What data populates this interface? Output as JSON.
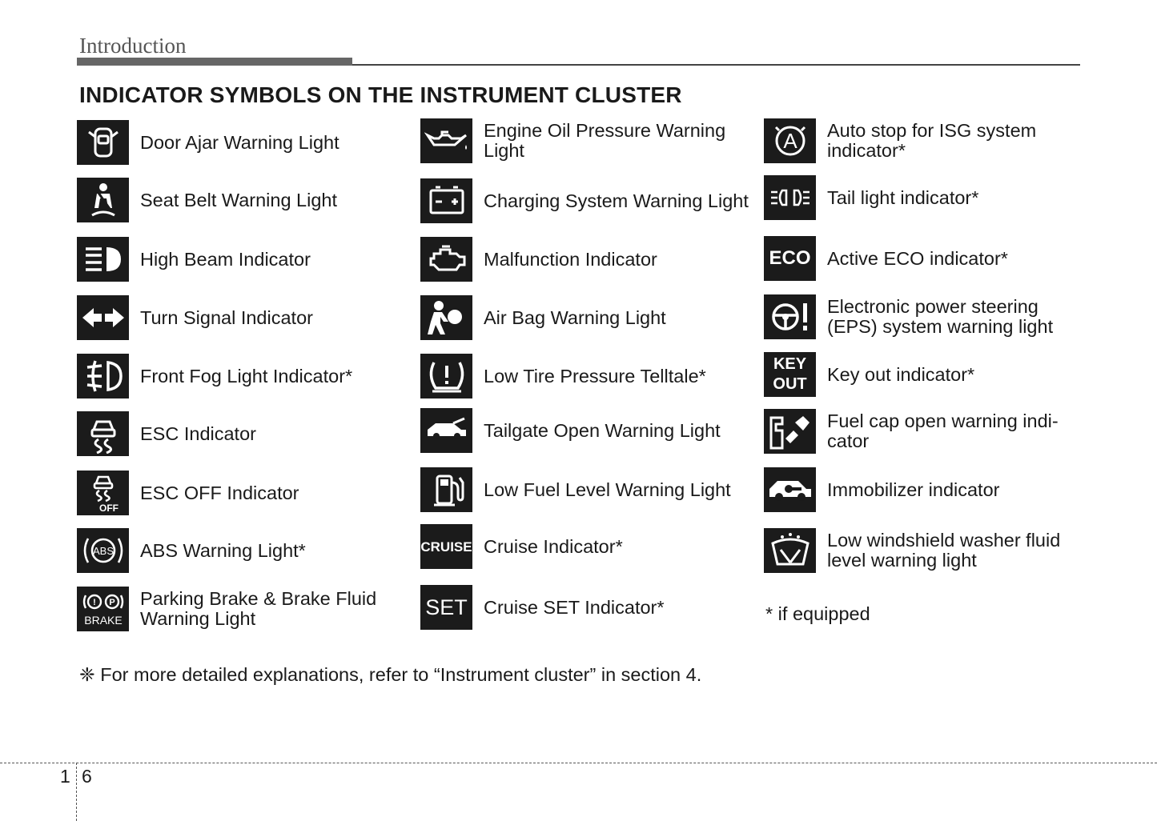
{
  "header": {
    "section": "Introduction",
    "title": "INDICATOR SYMBOLS ON THE INSTRUMENT CLUSTER"
  },
  "columns": [
    [
      {
        "icon": "door-ajar-icon",
        "label": "Door Ajar Warning Light"
      },
      {
        "icon": "seat-belt-icon",
        "label": "Seat Belt Warning Light"
      },
      {
        "icon": "high-beam-icon",
        "label": "High Beam Indicator"
      },
      {
        "icon": "turn-signal-icon",
        "label": "Turn Signal Indicator"
      },
      {
        "icon": "front-fog-icon",
        "label": "Front Fog Light Indicator*"
      },
      {
        "icon": "esc-icon",
        "label": "ESC Indicator"
      },
      {
        "icon": "esc-off-icon",
        "label": "ESC OFF Indicator",
        "icon_text": "OFF"
      },
      {
        "icon": "abs-icon",
        "label": "ABS Warning Light*",
        "icon_text": "ABS"
      },
      {
        "icon": "brake-icon",
        "label": "Parking Brake & Brake Fluid Warning Light",
        "icon_text": "BRAKE"
      }
    ],
    [
      {
        "icon": "oil-pressure-icon",
        "label": "Engine Oil Pressure Warning Light"
      },
      {
        "icon": "battery-icon",
        "label": "Charging System Warning Light"
      },
      {
        "icon": "check-engine-icon",
        "label": "Malfunction Indicator"
      },
      {
        "icon": "air-bag-icon",
        "label": "Air Bag Warning Light"
      },
      {
        "icon": "tire-pressure-icon",
        "label": "Low Tire Pressure Telltale*"
      },
      {
        "icon": "tailgate-icon",
        "label": "Tailgate Open Warning Light"
      },
      {
        "icon": "fuel-pump-icon",
        "label": "Low Fuel Level Warning Light"
      },
      {
        "icon": "cruise-icon",
        "label": "Cruise Indicator*",
        "icon_text": "CRUISE"
      },
      {
        "icon": "cruise-set-icon",
        "label": "Cruise SET Indicator*",
        "icon_text": "SET"
      }
    ],
    [
      {
        "icon": "auto-stop-icon",
        "label": "Auto stop for ISG system indicator*",
        "icon_text": "A"
      },
      {
        "icon": "tail-light-icon",
        "label": "Tail light indicator*"
      },
      {
        "icon": "eco-icon",
        "label": "Active ECO indicator*",
        "icon_text": "ECO"
      },
      {
        "icon": "eps-icon",
        "label": "Electronic power steering (EPS) system warning light"
      },
      {
        "icon": "key-out-icon",
        "label": "Key out indicator*",
        "icon_text": "KEY OUT"
      },
      {
        "icon": "fuel-cap-icon",
        "label": "Fuel cap open warning indi-cator"
      },
      {
        "icon": "immobilizer-icon",
        "label": "Immobilizer indicator"
      },
      {
        "icon": "washer-fluid-icon",
        "label": "Low windshield washer fluid level warning light"
      }
    ]
  ],
  "footnote": "* if equipped",
  "note": "❈ For more detailed explanations, refer to “Instrument cluster” in section 4.",
  "page": {
    "chapter": "1",
    "number": "6"
  }
}
